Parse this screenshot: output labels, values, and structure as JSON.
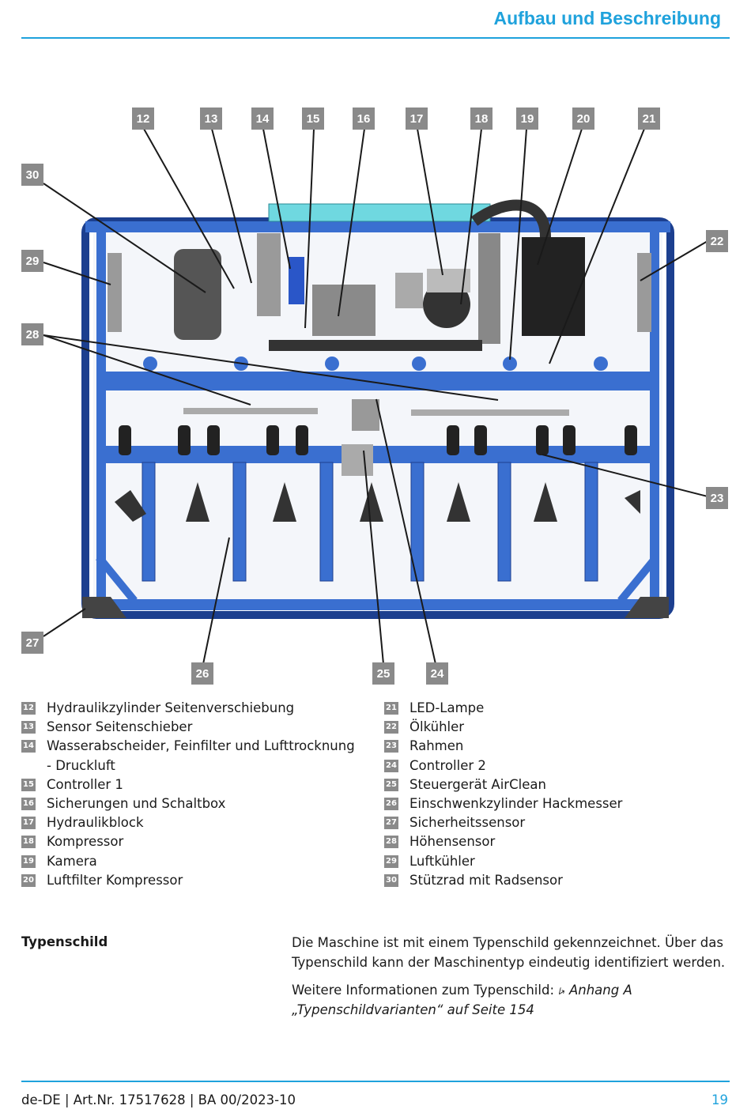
{
  "header": {
    "title": "Aufbau und Beschreibung"
  },
  "figure": {
    "callouts": [
      "12",
      "13",
      "14",
      "15",
      "16",
      "17",
      "18",
      "19",
      "20",
      "21",
      "22",
      "23",
      "24",
      "25",
      "26",
      "27",
      "28",
      "29",
      "30"
    ]
  },
  "legend": {
    "left": [
      {
        "num": "12",
        "text": "Hydraulikzylinder Seitenverschiebung"
      },
      {
        "num": "13",
        "text": "Sensor Seitenschieber"
      },
      {
        "num": "14",
        "text": "Wasserabscheider, Feinfilter und Lufttrocknung - Druckluft"
      },
      {
        "num": "15",
        "text": "Controller 1"
      },
      {
        "num": "16",
        "text": "Sicherungen und Schaltbox"
      },
      {
        "num": "17",
        "text": "Hydraulikblock"
      },
      {
        "num": "18",
        "text": "Kompressor"
      },
      {
        "num": "19",
        "text": "Kamera"
      },
      {
        "num": "20",
        "text": "Luftfilter Kompressor"
      }
    ],
    "right": [
      {
        "num": "21",
        "text": "LED-Lampe"
      },
      {
        "num": "22",
        "text": "Ölkühler"
      },
      {
        "num": "23",
        "text": "Rahmen"
      },
      {
        "num": "24",
        "text": "Controller 2"
      },
      {
        "num": "25",
        "text": "Steuergerät AirClean"
      },
      {
        "num": "26",
        "text": "Einschwenkzylinder Hackmesser"
      },
      {
        "num": "27",
        "text": "Sicherheitssensor"
      },
      {
        "num": "28",
        "text": "Höhensensor"
      },
      {
        "num": "29",
        "text": "Luftkühler"
      },
      {
        "num": "30",
        "text": "Stützrad mit Radsensor"
      }
    ]
  },
  "typenschild": {
    "heading": "Typenschild",
    "paragraph1": "Die Maschine ist mit einem Typenschild gekennzeichnet. Über das Typenschild kann der Maschinentyp eindeutig identifiziert werden.",
    "paragraph2_prefix": "Weitere Informationen zum Typenschild: ",
    "xref_icon": "link-arrow-icon",
    "xref_text": "Anhang A „Typenschildvarianten“ auf Seite 154"
  },
  "footer": {
    "left": "de-DE | Art.Nr. 17517628 | BA  00/2023-10",
    "page_number": "19"
  },
  "colors": {
    "accent": "#1fa2dc",
    "frame_blue": "#3a6fd0",
    "callout_gray": "#8a8a8a"
  }
}
